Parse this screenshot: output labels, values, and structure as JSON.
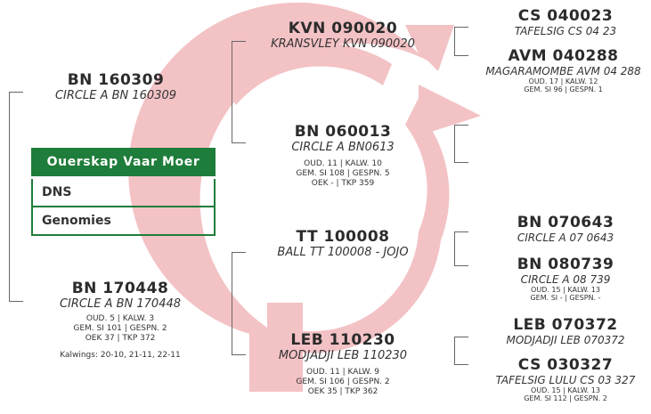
{
  "panel": {
    "header": "Ouerskap Vaar Moer",
    "buttons": [
      "DNS",
      "Genomies"
    ]
  },
  "animals": {
    "subject": {
      "code": "BN 060013",
      "name": "CIRCLE A BN0613",
      "stats": [
        "OUD. 11 | KALW. 10",
        "GEM. SI 108 | GESPN. 5",
        "OEK - | TKP 359"
      ]
    },
    "sire": {
      "code": "BN 160309",
      "name": "CIRCLE A BN 160309"
    },
    "dam": {
      "code": "BN 170448",
      "name": "CIRCLE A BN 170448",
      "stats": [
        "OUD. 5 | KALW. 3",
        "GEM. SI 101 | GESPN. 2",
        "OEK 37 | TKP 372"
      ],
      "kalwings": "Kalwings: 20-10, 21-11, 22-11"
    },
    "sire_sire": {
      "code": "KVN 090020",
      "name": "KRANSVLEY KVN 090020"
    },
    "sire_dam": {
      "code": "TT 100008",
      "name": "BALL TT 100008 - JOJO"
    },
    "dam_sire": {
      "code": "LEB 110230",
      "name": "MODJADJI LEB 110230",
      "stats": [
        "OUD. 11 | KALW. 9",
        "GEM. SI 106 | GESPN. 2",
        "OEK 35 | TKP 362"
      ]
    },
    "ss_sire": {
      "code": "CS 040023",
      "name": "TAFELSIG CS 04 23"
    },
    "ss_dam": {
      "code": "AVM 040288",
      "name": "MAGARAMOMBE AVM 04 288",
      "stats": [
        "OUD. 17 | KALW. 12",
        "GEM. SI 96 | GESPN. 1"
      ]
    },
    "sd_sire": {
      "code": "BN 070643",
      "name": "CIRCLE A 07 0643"
    },
    "sd_dam": {
      "code": "BN 080739",
      "name": "CIRCLE A 08 739",
      "stats": [
        "OUD. 15 | KALW. 13",
        "GEM. SI - | GESPN. -"
      ]
    },
    "ds_sire": {
      "code": "LEB 070372",
      "name": "MODJADJI LEB 070372"
    },
    "ds_dam": {
      "code": "CS 030327",
      "name": "TAFELSIG LULU CS 03 327",
      "stats": [
        "OUD. 15 | KALW. 13",
        "GEM. SI 112 | GESPN. 2"
      ]
    }
  },
  "colors": {
    "arrow": "#f3c2c5",
    "brand_green": "#1e7d3a",
    "connector": "#666666"
  }
}
